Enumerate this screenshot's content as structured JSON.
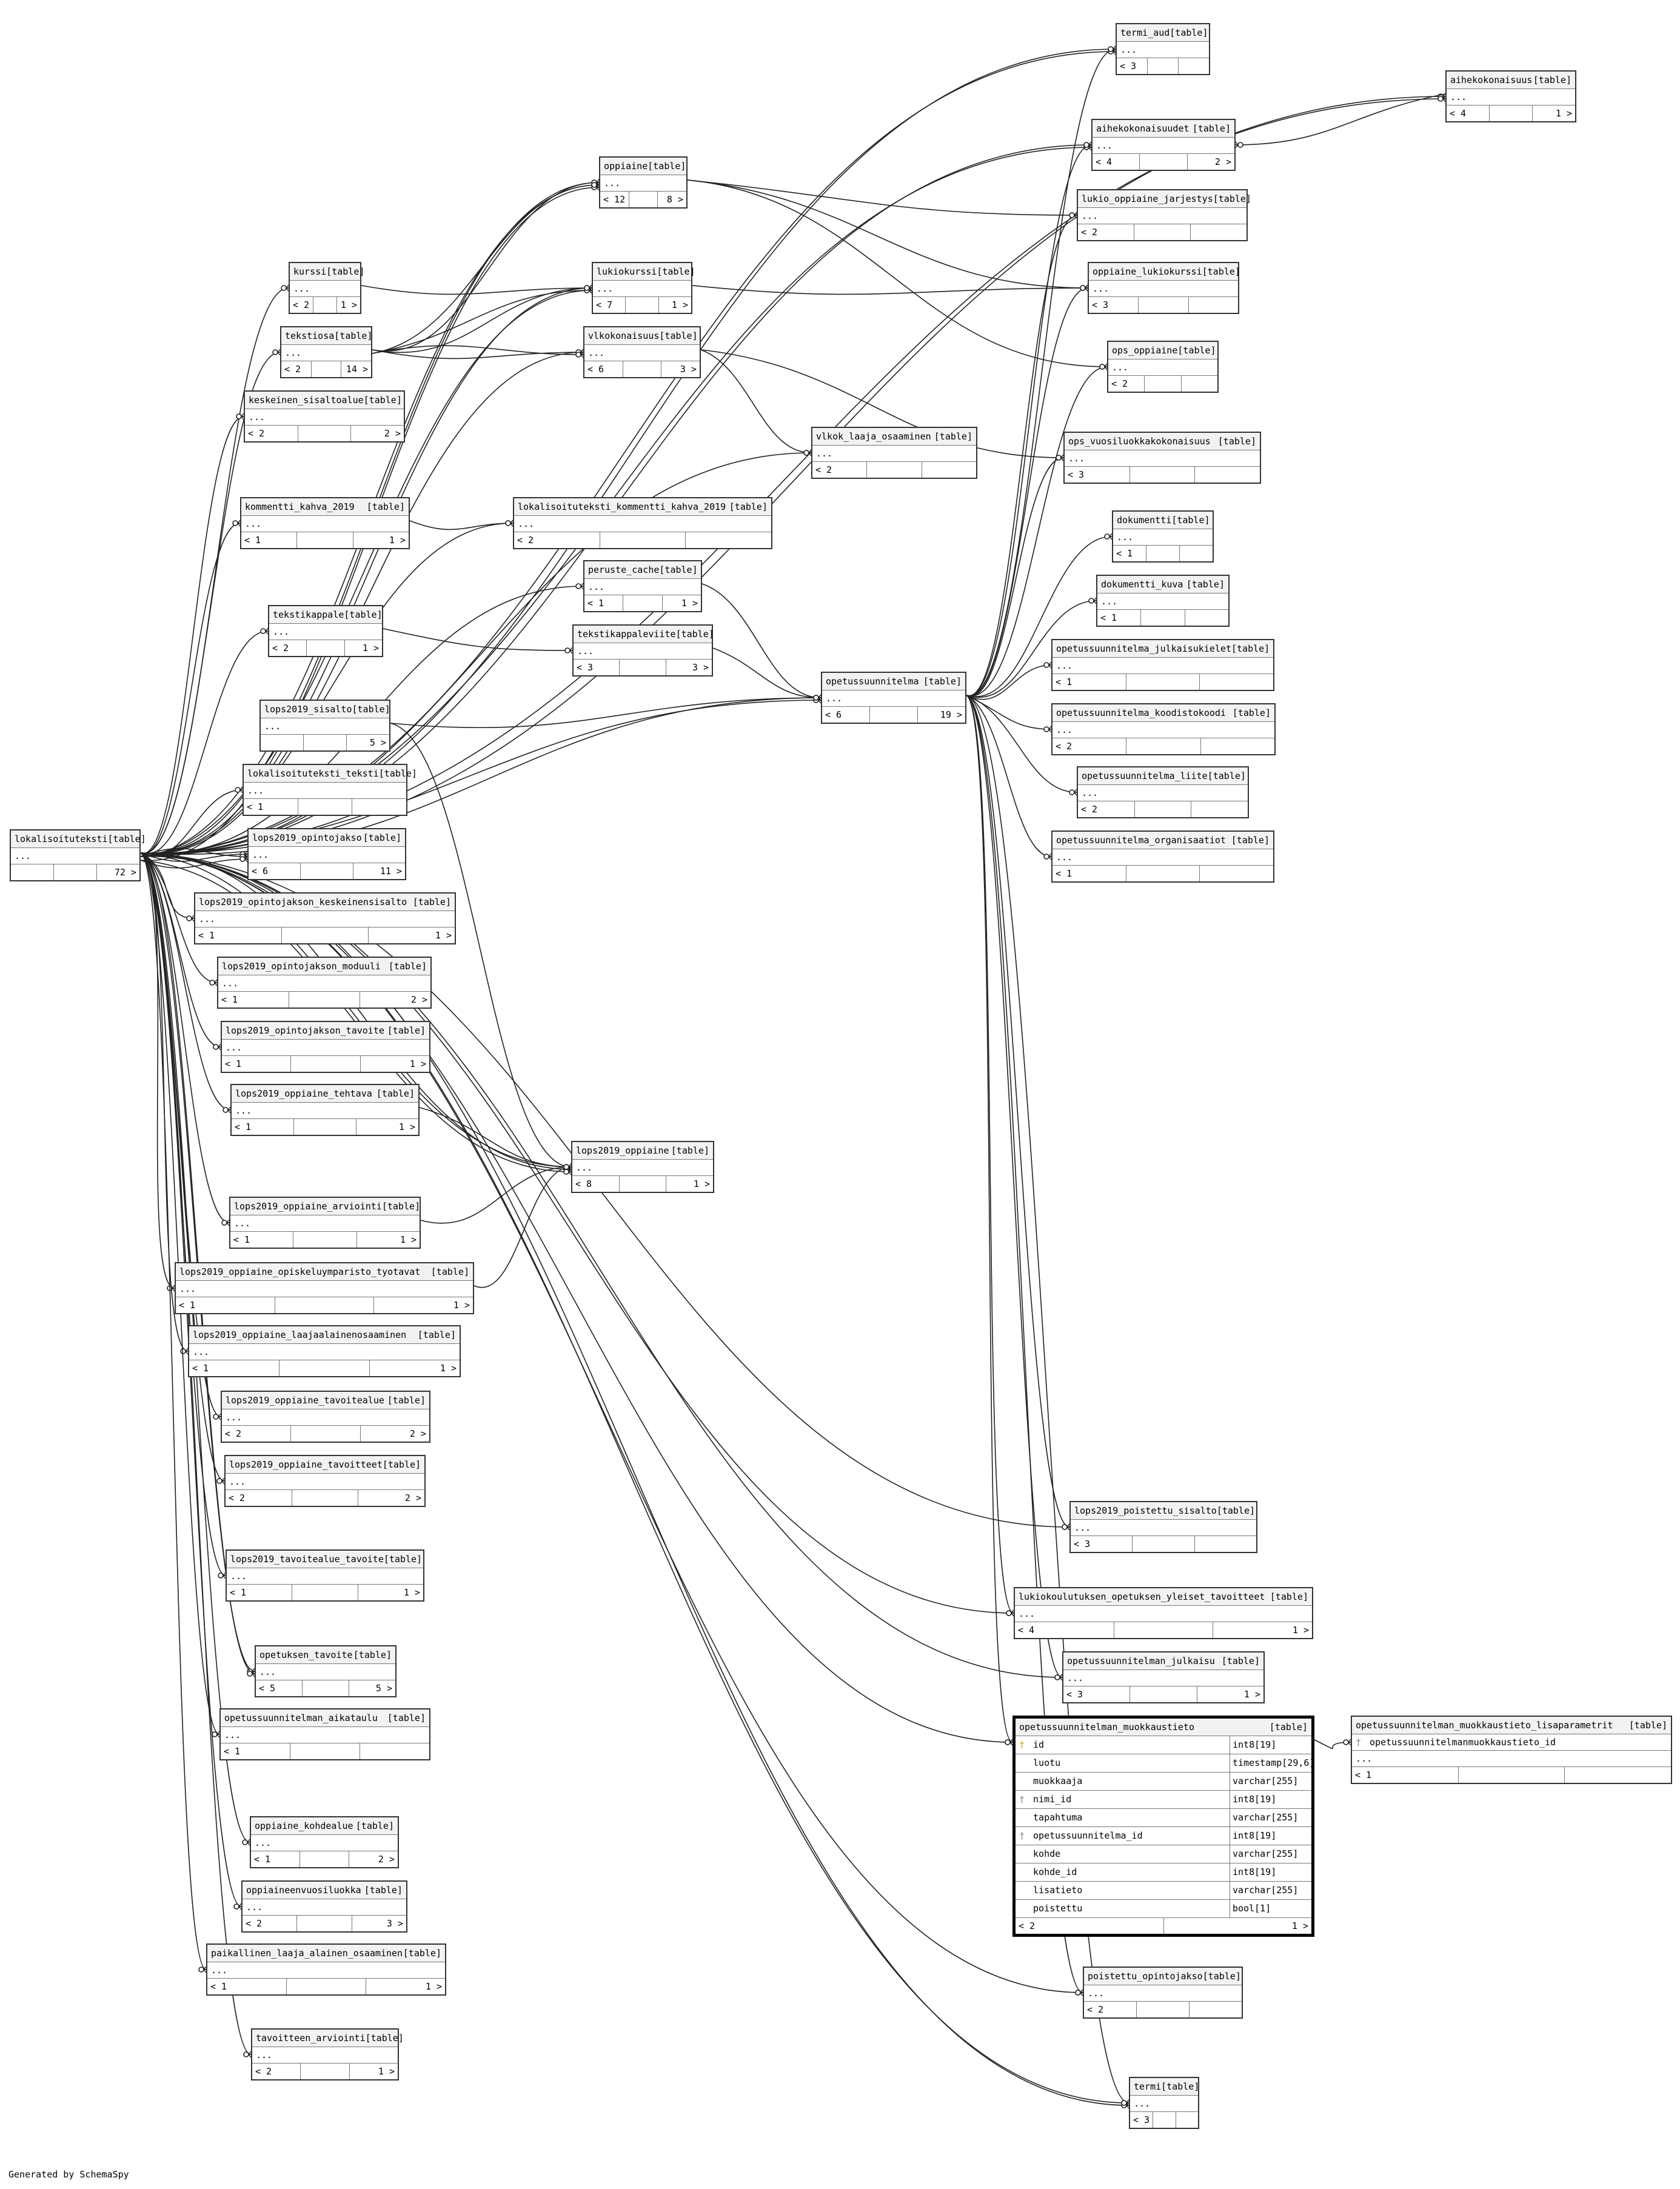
{
  "footer": "Generated by SchemaSpy",
  "table_tag": "[table]",
  "ellipsis": "...",
  "tables": [
    {
      "id": "termi_aud",
      "name": "termi_aud",
      "left": "< 3",
      "right": ""
    },
    {
      "id": "aihekokonaisuus",
      "name": "aihekokonaisuus",
      "left": "< 4",
      "right": "1 >"
    },
    {
      "id": "aihekokonaisuudet",
      "name": "aihekokonaisuudet",
      "left": "< 4",
      "right": "2 >"
    },
    {
      "id": "oppiaine",
      "name": "oppiaine",
      "left": "< 12",
      "right": "8 >"
    },
    {
      "id": "lukio_oppiaine_jarjestys",
      "name": "lukio_oppiaine_jarjestys",
      "left": "< 2",
      "right": ""
    },
    {
      "id": "kurssi",
      "name": "kurssi",
      "left": "< 2",
      "right": "1 >"
    },
    {
      "id": "lukiokurssi",
      "name": "lukiokurssi",
      "left": "< 7",
      "right": "1 >"
    },
    {
      "id": "oppiaine_lukiokurssi",
      "name": "oppiaine_lukiokurssi",
      "left": "< 3",
      "right": ""
    },
    {
      "id": "tekstiosa",
      "name": "tekstiosa",
      "left": "< 2",
      "right": "14 >"
    },
    {
      "id": "vlkokonaisuus",
      "name": "vlkokonaisuus",
      "left": "< 6",
      "right": "3 >"
    },
    {
      "id": "ops_oppiaine",
      "name": "ops_oppiaine",
      "left": "< 2",
      "right": ""
    },
    {
      "id": "keskeinen_sisaltoalue",
      "name": "keskeinen_sisaltoalue",
      "left": "< 2",
      "right": "2 >"
    },
    {
      "id": "vlkok_laaja_osaaminen",
      "name": "vlkok_laaja_osaaminen",
      "left": "< 2",
      "right": ""
    },
    {
      "id": "ops_vuosiluokkakokonaisuus",
      "name": "ops_vuosiluokkakokonaisuus",
      "left": "< 3",
      "right": ""
    },
    {
      "id": "kommentti_kahva_2019",
      "name": "kommentti_kahva_2019",
      "left": "< 1",
      "right": "1 >"
    },
    {
      "id": "lokalisoituteksti_kommentti_kahva_2019",
      "name": "lokalisoituteksti_kommentti_kahva_2019",
      "left": "< 2",
      "right": ""
    },
    {
      "id": "dokumentti",
      "name": "dokumentti",
      "left": "< 1",
      "right": ""
    },
    {
      "id": "peruste_cache",
      "name": "peruste_cache",
      "left": "< 1",
      "right": "1 >"
    },
    {
      "id": "dokumentti_kuva",
      "name": "dokumentti_kuva",
      "left": "< 1",
      "right": ""
    },
    {
      "id": "tekstikappale",
      "name": "tekstikappale",
      "left": "< 2",
      "right": "1 >"
    },
    {
      "id": "tekstikappaleviite",
      "name": "tekstikappaleviite",
      "left": "< 3",
      "right": "3 >"
    },
    {
      "id": "opetussuunnitelma_julkaisukielet",
      "name": "opetussuunnitelma_julkaisukielet",
      "left": "< 1",
      "right": ""
    },
    {
      "id": "opetussuunnitelma",
      "name": "opetussuunnitelma",
      "left": "< 6",
      "right": "19 >"
    },
    {
      "id": "lops2019_sisalto",
      "name": "lops2019_sisalto",
      "left": "",
      "right": "5 >"
    },
    {
      "id": "opetussuunnitelma_koodistokoodi",
      "name": "opetussuunnitelma_koodistokoodi",
      "left": "< 2",
      "right": ""
    },
    {
      "id": "lokalisoituteksti_teksti",
      "name": "lokalisoituteksti_teksti",
      "left": "< 1",
      "right": ""
    },
    {
      "id": "opetussuunnitelma_liite",
      "name": "opetussuunnitelma_liite",
      "left": "< 2",
      "right": ""
    },
    {
      "id": "lokalisoituteksti",
      "name": "lokalisoituteksti",
      "left": "",
      "right": "72 >"
    },
    {
      "id": "lops2019_opintojakso",
      "name": "lops2019_opintojakso",
      "left": "< 6",
      "right": "11 >"
    },
    {
      "id": "opetussuunnitelma_organisaatiot",
      "name": "opetussuunnitelma_organisaatiot",
      "left": "< 1",
      "right": ""
    },
    {
      "id": "lops2019_opintojakson_keskeinensisalto",
      "name": "lops2019_opintojakson_keskeinensisalto",
      "left": "< 1",
      "right": "1 >"
    },
    {
      "id": "lops2019_opintojakson_moduuli",
      "name": "lops2019_opintojakson_moduuli",
      "left": "< 1",
      "right": "2 >"
    },
    {
      "id": "lops2019_opintojakson_tavoite",
      "name": "lops2019_opintojakson_tavoite",
      "left": "< 1",
      "right": "1 >"
    },
    {
      "id": "lops2019_oppiaine_tehtava",
      "name": "lops2019_oppiaine_tehtava",
      "left": "< 1",
      "right": "1 >"
    },
    {
      "id": "lops2019_oppiaine",
      "name": "lops2019_oppiaine",
      "left": "< 8",
      "right": "1 >"
    },
    {
      "id": "lops2019_oppiaine_arviointi",
      "name": "lops2019_oppiaine_arviointi",
      "left": "< 1",
      "right": "1 >"
    },
    {
      "id": "lops2019_oppiaine_opiskeluymparisto_tyotavat",
      "name": "lops2019_oppiaine_opiskeluymparisto_tyotavat",
      "left": "< 1",
      "right": "1 >"
    },
    {
      "id": "lops2019_oppiaine_laajaalainenosaaminen",
      "name": "lops2019_oppiaine_laajaalainenosaaminen",
      "left": "< 1",
      "right": "1 >"
    },
    {
      "id": "lops2019_oppiaine_tavoitealue",
      "name": "lops2019_oppiaine_tavoitealue",
      "left": "< 2",
      "right": "2 >"
    },
    {
      "id": "lops2019_oppiaine_tavoitteet",
      "name": "lops2019_oppiaine_tavoitteet",
      "left": "< 2",
      "right": "2 >"
    },
    {
      "id": "lops2019_poistettu_sisalto",
      "name": "lops2019_poistettu_sisalto",
      "left": "< 3",
      "right": ""
    },
    {
      "id": "lops2019_tavoitealue_tavoite",
      "name": "lops2019_tavoitealue_tavoite",
      "left": "< 1",
      "right": "1 >"
    },
    {
      "id": "lukiokoulutuksen_opetuksen_yleiset_tavoitteet",
      "name": "lukiokoulutuksen_opetuksen_yleiset_tavoitteet",
      "left": "< 4",
      "right": "1 >"
    },
    {
      "id": "opetuksen_tavoite",
      "name": "opetuksen_tavoite",
      "left": "< 5",
      "right": "5 >"
    },
    {
      "id": "opetussuunnitelman_julkaisu",
      "name": "opetussuunnitelman_julkaisu",
      "left": "< 3",
      "right": "1 >"
    },
    {
      "id": "opetussuunnitelman_aikataulu",
      "name": "opetussuunnitelman_aikataulu",
      "left": "< 1",
      "right": ""
    },
    {
      "id": "oppiaine_kohdealue",
      "name": "oppiaine_kohdealue",
      "left": "< 1",
      "right": "2 >"
    },
    {
      "id": "oppiaineenvuosiluokka",
      "name": "oppiaineenvuosiluokka",
      "left": "< 2",
      "right": "3 >"
    },
    {
      "id": "paikallinen_laaja_alainen_osaaminen",
      "name": "paikallinen_laaja_alainen_osaaminen",
      "left": "< 1",
      "right": "1 >"
    },
    {
      "id": "poistettu_opintojakso",
      "name": "poistettu_opintojakso",
      "left": "< 2",
      "right": ""
    },
    {
      "id": "tavoitteen_arviointi",
      "name": "tavoitteen_arviointi",
      "left": "< 2",
      "right": "1 >"
    },
    {
      "id": "termi",
      "name": "termi",
      "left": "< 3",
      "right": ""
    },
    {
      "id": "lisaparametrit",
      "name": "opetussuunnitelman_muokkaustieto_lisaparametrit",
      "left": "< 1",
      "right": "",
      "column": "opetussuunnitelmanmuokkaustieto_id"
    }
  ],
  "focus_table": {
    "name": "opetussuunnitelman_muokkaustieto",
    "left": "< 2",
    "right": "1 >",
    "columns": [
      {
        "name": "id",
        "type": "int8[19]",
        "key": "primary"
      },
      {
        "name": "luotu",
        "type": "timestamp[29,6]",
        "key": ""
      },
      {
        "name": "muokkaaja",
        "type": "varchar[255]",
        "key": ""
      },
      {
        "name": "nimi_id",
        "type": "int8[19]",
        "key": "foreign"
      },
      {
        "name": "tapahtuma",
        "type": "varchar[255]",
        "key": ""
      },
      {
        "name": "opetussuunnitelma_id",
        "type": "int8[19]",
        "key": "foreign"
      },
      {
        "name": "kohde",
        "type": "varchar[255]",
        "key": ""
      },
      {
        "name": "kohde_id",
        "type": "int8[19]",
        "key": ""
      },
      {
        "name": "lisatieto",
        "type": "varchar[255]",
        "key": ""
      },
      {
        "name": "poistettu",
        "type": "bool[1]",
        "key": ""
      }
    ]
  },
  "relationships": [
    [
      "lokalisoituteksti",
      "termi_aud"
    ],
    [
      "lokalisoituteksti",
      "termi_aud"
    ],
    [
      "lokalisoituteksti",
      "aihekokonaisuus"
    ],
    [
      "lokalisoituteksti",
      "aihekokonaisuus"
    ],
    [
      "lokalisoituteksti",
      "aihekokonaisuudet"
    ],
    [
      "lokalisoituteksti",
      "aihekokonaisuudet"
    ],
    [
      "lokalisoituteksti",
      "oppiaine"
    ],
    [
      "lokalisoituteksti",
      "oppiaine"
    ],
    [
      "lokalisoituteksti",
      "oppiaine"
    ],
    [
      "lokalisoituteksti",
      "kurssi"
    ],
    [
      "lokalisoituteksti",
      "lukiokurssi"
    ],
    [
      "lokalisoituteksti",
      "lukiokurssi"
    ],
    [
      "lokalisoituteksti",
      "tekstiosa"
    ],
    [
      "lokalisoituteksti",
      "vlkokonaisuus"
    ],
    [
      "lokalisoituteksti",
      "keskeinen_sisaltoalue"
    ],
    [
      "lokalisoituteksti",
      "vlkok_laaja_osaaminen"
    ],
    [
      "lokalisoituteksti",
      "kommentti_kahva_2019"
    ],
    [
      "lokalisoituteksti",
      "lokalisoituteksti_kommentti_kahva_2019"
    ],
    [
      "lokalisoituteksti",
      "peruste_cache"
    ],
    [
      "lokalisoituteksti",
      "tekstikappale"
    ],
    [
      "lokalisoituteksti",
      "opetussuunnitelma"
    ],
    [
      "lokalisoituteksti",
      "opetussuunnitelma"
    ],
    [
      "lokalisoituteksti",
      "lokalisoituteksti_teksti"
    ],
    [
      "lokalisoituteksti",
      "lops2019_opintojakso"
    ],
    [
      "lokalisoituteksti",
      "lops2019_opintojakso"
    ],
    [
      "lokalisoituteksti",
      "lops2019_opintojakso"
    ],
    [
      "lokalisoituteksti",
      "lops2019_opintojakson_keskeinensisalto"
    ],
    [
      "lokalisoituteksti",
      "lops2019_opintojakson_moduuli"
    ],
    [
      "lokalisoituteksti",
      "lops2019_opintojakson_tavoite"
    ],
    [
      "lokalisoituteksti",
      "lops2019_oppiaine_tehtava"
    ],
    [
      "lokalisoituteksti",
      "lops2019_oppiaine"
    ],
    [
      "lokalisoituteksti",
      "lops2019_oppiaine"
    ],
    [
      "lokalisoituteksti",
      "lops2019_oppiaine"
    ],
    [
      "lokalisoituteksti",
      "lops2019_oppiaine_arviointi"
    ],
    [
      "lokalisoituteksti",
      "lops2019_oppiaine_opiskeluymparisto_tyotavat"
    ],
    [
      "lokalisoituteksti",
      "lops2019_oppiaine_laajaalainenosaaminen"
    ],
    [
      "lokalisoituteksti",
      "lops2019_oppiaine_tavoitealue"
    ],
    [
      "lokalisoituteksti",
      "lops2019_oppiaine_tavoitteet"
    ],
    [
      "lokalisoituteksti",
      "lops2019_poistettu_sisalto"
    ],
    [
      "lokalisoituteksti",
      "lops2019_tavoitealue_tavoite"
    ],
    [
      "lokalisoituteksti",
      "lukiokoulutuksen_opetuksen_yleiset_tavoitteet"
    ],
    [
      "lokalisoituteksti",
      "opetuksen_tavoite"
    ],
    [
      "lokalisoituteksti",
      "opetuksen_tavoite"
    ],
    [
      "lokalisoituteksti",
      "opetussuunnitelman_julkaisu"
    ],
    [
      "lokalisoituteksti",
      "opetussuunnitelman_aikataulu"
    ],
    [
      "lokalisoituteksti",
      "focus"
    ],
    [
      "lokalisoituteksti",
      "oppiaine_kohdealue"
    ],
    [
      "lokalisoituteksti",
      "oppiaineenvuosiluokka"
    ],
    [
      "lokalisoituteksti",
      "paikallinen_laaja_alainen_osaaminen"
    ],
    [
      "lokalisoituteksti",
      "poistettu_opintojakso"
    ],
    [
      "lokalisoituteksti",
      "tavoitteen_arviointi"
    ],
    [
      "lokalisoituteksti",
      "termi"
    ],
    [
      "lokalisoituteksti",
      "termi"
    ],
    [
      "tekstiosa",
      "oppiaine"
    ],
    [
      "tekstiosa",
      "oppiaine"
    ],
    [
      "tekstiosa",
      "lukiokurssi"
    ],
    [
      "tekstiosa",
      "lukiokurssi"
    ],
    [
      "tekstiosa",
      "vlkokonaisuus"
    ],
    [
      "tekstiosa",
      "vlkokonaisuus"
    ],
    [
      "kurssi",
      "lukiokurssi"
    ],
    [
      "lukiokurssi",
      "oppiaine_lukiokurssi"
    ],
    [
      "oppiaine",
      "lukio_oppiaine_jarjestys"
    ],
    [
      "oppiaine",
      "oppiaine_lukiokurssi"
    ],
    [
      "oppiaine",
      "ops_oppiaine"
    ],
    [
      "aihekokonaisuus",
      "aihekokonaisuudet"
    ],
    [
      "vlkokonaisuus",
      "vlkok_laaja_osaaminen"
    ],
    [
      "vlkokonaisuus",
      "ops_vuosiluokkakokonaisuus"
    ],
    [
      "kommentti_kahva_2019",
      "lokalisoituteksti_kommentti_kahva_2019"
    ],
    [
      "tekstikappale",
      "tekstikappaleviite"
    ],
    [
      "tekstikappaleviite",
      "opetussuunnitelma"
    ],
    [
      "peruste_cache",
      "opetussuunnitelma"
    ],
    [
      "lops2019_sisalto",
      "opetussuunnitelma"
    ],
    [
      "lops2019_sisalto",
      "lops2019_oppiaine"
    ],
    [
      "opetussuunnitelma",
      "termi_aud"
    ],
    [
      "opetussuunnitelma",
      "aihekokonaisuudet"
    ],
    [
      "opetussuunnitelma",
      "lukio_oppiaine_jarjestys"
    ],
    [
      "opetussuunnitelma",
      "oppiaine_lukiokurssi"
    ],
    [
      "opetussuunnitelma",
      "ops_oppiaine"
    ],
    [
      "opetussuunnitelma",
      "ops_vuosiluokkakokonaisuus"
    ],
    [
      "opetussuunnitelma",
      "dokumentti"
    ],
    [
      "opetussuunnitelma",
      "dokumentti_kuva"
    ],
    [
      "opetussuunnitelma",
      "opetussuunnitelma_julkaisukielet"
    ],
    [
      "opetussuunnitelma",
      "opetussuunnitelma_koodistokoodi"
    ],
    [
      "opetussuunnitelma",
      "opetussuunnitelma_liite"
    ],
    [
      "opetussuunnitelma",
      "opetussuunnitelma_organisaatiot"
    ],
    [
      "opetussuunnitelma",
      "lops2019_poistettu_sisalto"
    ],
    [
      "opetussuunnitelma",
      "lukiokoulutuksen_opetuksen_yleiset_tavoitteet"
    ],
    [
      "opetussuunnitelma",
      "opetussuunnitelman_julkaisu"
    ],
    [
      "opetussuunnitelma",
      "focus"
    ],
    [
      "opetussuunnitelma",
      "poistettu_opintojakso"
    ],
    [
      "opetussuunnitelma",
      "termi"
    ],
    [
      "lops2019_oppiaine_tehtava",
      "lops2019_oppiaine"
    ],
    [
      "lops2019_oppiaine_arviointi",
      "lops2019_oppiaine"
    ],
    [
      "lops2019_oppiaine_opiskeluymparisto_tyotavat",
      "lops2019_oppiaine"
    ],
    [
      "focus",
      "lisaparametrit"
    ]
  ]
}
